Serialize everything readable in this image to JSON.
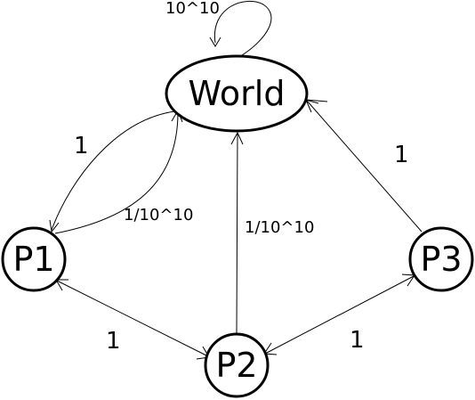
{
  "nodes": {
    "world": "World",
    "p1": "P1",
    "p2": "P2",
    "p3": "P3"
  },
  "edges": {
    "world_self": "10^10",
    "world_to_p1": "1",
    "p1_to_world": "1/10^10",
    "p2_to_world": "1/10^10",
    "p3_to_world": "1",
    "p1_p2": "1",
    "p2_p3": "1"
  }
}
